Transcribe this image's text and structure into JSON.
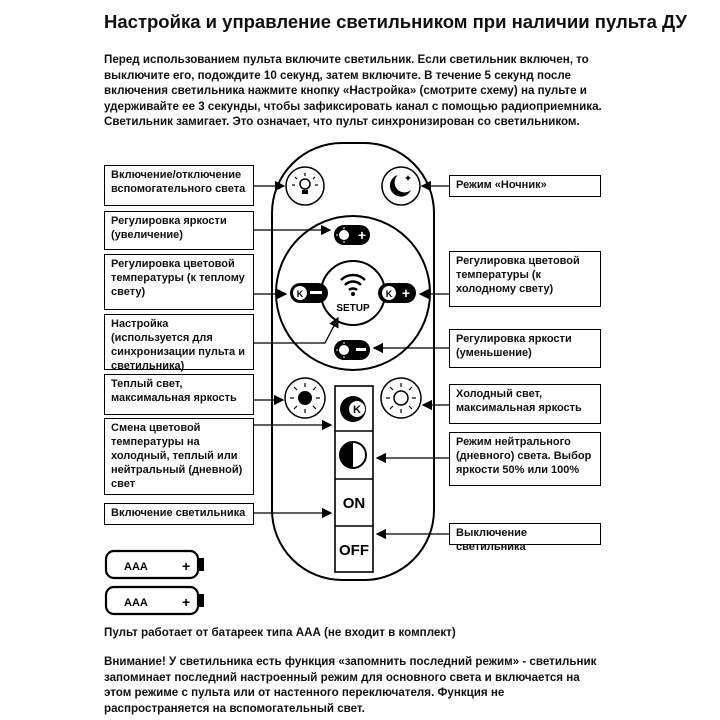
{
  "title": "Настройка и управление светильником при наличии пульта ДУ",
  "intro": "Перед использованием пульта включите светильник. Если светильник включен, то выключите его, подождите 10 секунд, затем включите. В течение 5 секунд после включения светильника нажмите кнопку «Настройка» (смотрите схему) на пульте и удерживайте ее 3 секунды, чтобы зафиксировать канал с помощью радиоприемника. Светильник замигает. Это означает, что пульт синхронизирован со светильником.",
  "labels_left": [
    "Включение/отключение вспомогательного света",
    "Регулировка яркости (увеличение)",
    "Регулировка цветовой температуры (к теплому свету)",
    "Настройка (используется для синхронизации пульта и светильника)",
    "Теплый свет, максимальная яркость",
    "Смена цветовой температуры на холодный, теплый или нейтральный (дневной) свет",
    "Включение светильника"
  ],
  "labels_right": [
    "Режим «Ночник»",
    "Регулировка цветовой температуры (к холодному свету)",
    "Регулировка яркости (уменьшение)",
    "Холодный свет, максимальная яркость",
    "Режим нейтрального (дневного) света. Выбор яркости 50% или 100%",
    "Выключение светильника"
  ],
  "remote": {
    "setup_label": "SETUP",
    "on_label": "ON",
    "off_label": "OFF",
    "k_label": "K",
    "icons": [
      "bulb-icon",
      "moon-icon",
      "brightness-up-icon",
      "color-temp-warm-icon",
      "color-temp-cold-icon",
      "brightness-down-icon",
      "warm-sun-icon",
      "cold-sun-icon",
      "color-temp-cycle-icon",
      "neutral-half-circle-icon"
    ]
  },
  "batteries": {
    "label": "AAA",
    "plus": "+"
  },
  "battery_note": "Пульт работает от батареек типа ААА (не входит в комплект)",
  "warning": "Внимание! У светильника есть функция «запомнить последний режим» - светильник запоминает последний настроенный режим для основного света и включается на этом режиме с пульта или от настенного переключателя. Функция не распространяется на вспомогательный свет."
}
